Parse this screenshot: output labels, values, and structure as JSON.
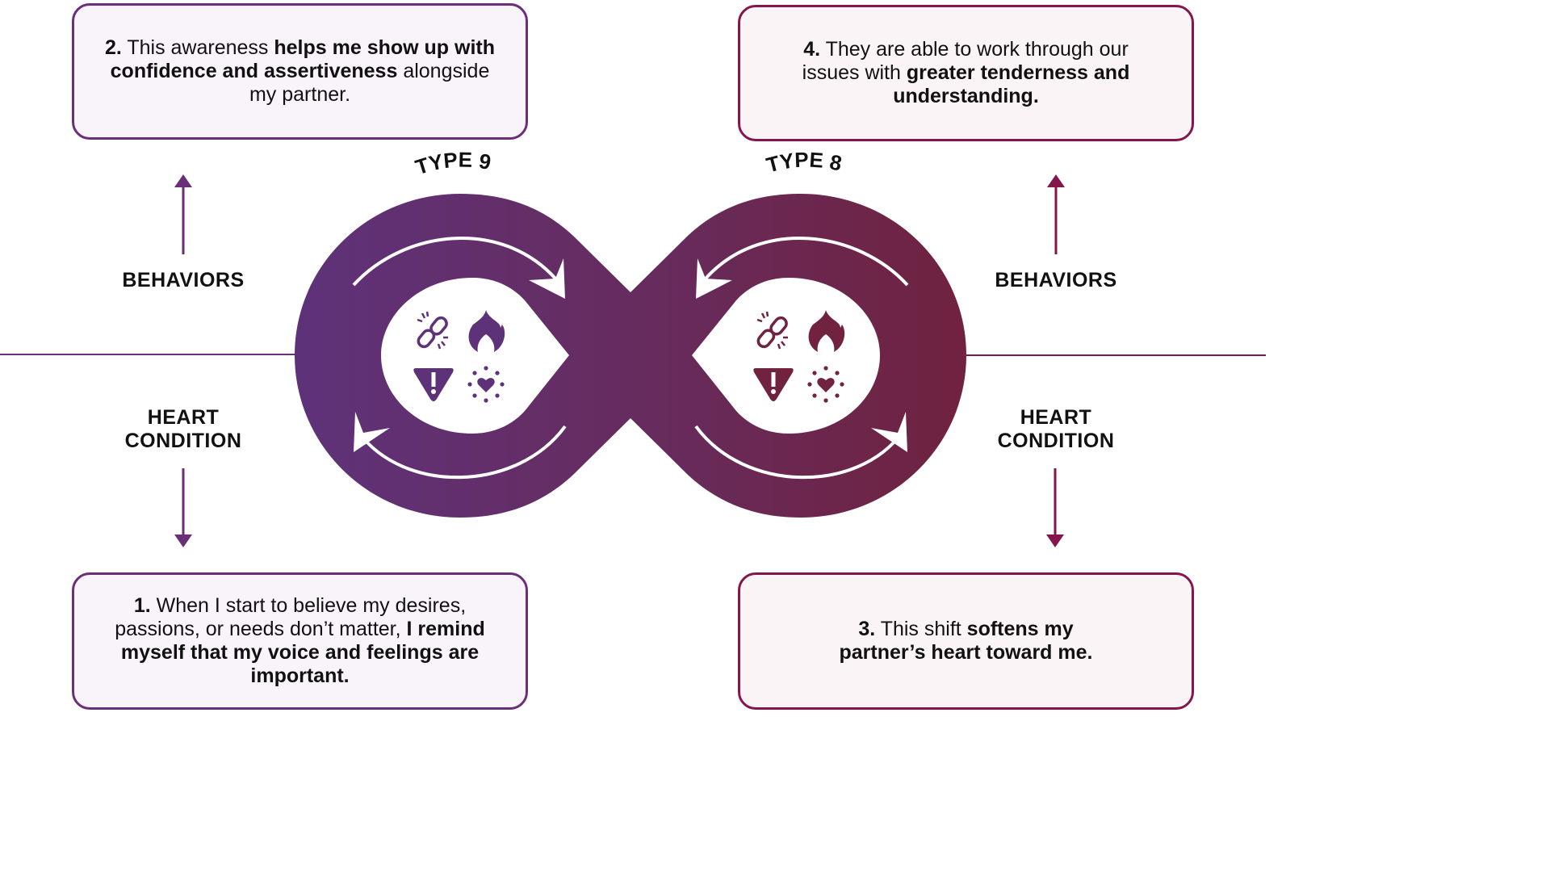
{
  "colors": {
    "type9_accent": "#5e3279",
    "type8_accent": "#70223f",
    "left_box_border": "#6b2f7a",
    "right_box_border": "#85164d",
    "left_box_fill": "#f9f4fa",
    "right_box_fill": "#fbf4f7"
  },
  "loops": {
    "left_title": "TYPE 9",
    "right_title": "TYPE 8",
    "icons": [
      "broken-link-icon",
      "flame-icon",
      "warning-icon",
      "radiant-heart-icon"
    ]
  },
  "labels": {
    "behaviors_left": "BEHAVIORS",
    "behaviors_right": "BEHAVIORS",
    "heart_condition_left_line1": "HEART",
    "heart_condition_left_line2": "CONDITION",
    "heart_condition_right_line1": "HEART",
    "heart_condition_right_line2": "CONDITION"
  },
  "boxes": {
    "step1": {
      "number": "1.",
      "text_regular": "When I start to believe my desires, passions, or needs don’t matter,",
      "text_bold": "I remind myself that my voice and feelings are important."
    },
    "step2": {
      "number": "2.",
      "text_regular": "This awareness",
      "text_bold": "helps me show up with confidence and assertiveness",
      "text_regular_end": "alongside my partner."
    },
    "step3": {
      "number": "3.",
      "text_regular": "This shift",
      "text_bold": "softens my partner’s heart toward me."
    },
    "step4": {
      "number": "4.",
      "text_regular": "They are able to work through our issues with",
      "text_bold": "greater tenderness and understanding."
    }
  }
}
